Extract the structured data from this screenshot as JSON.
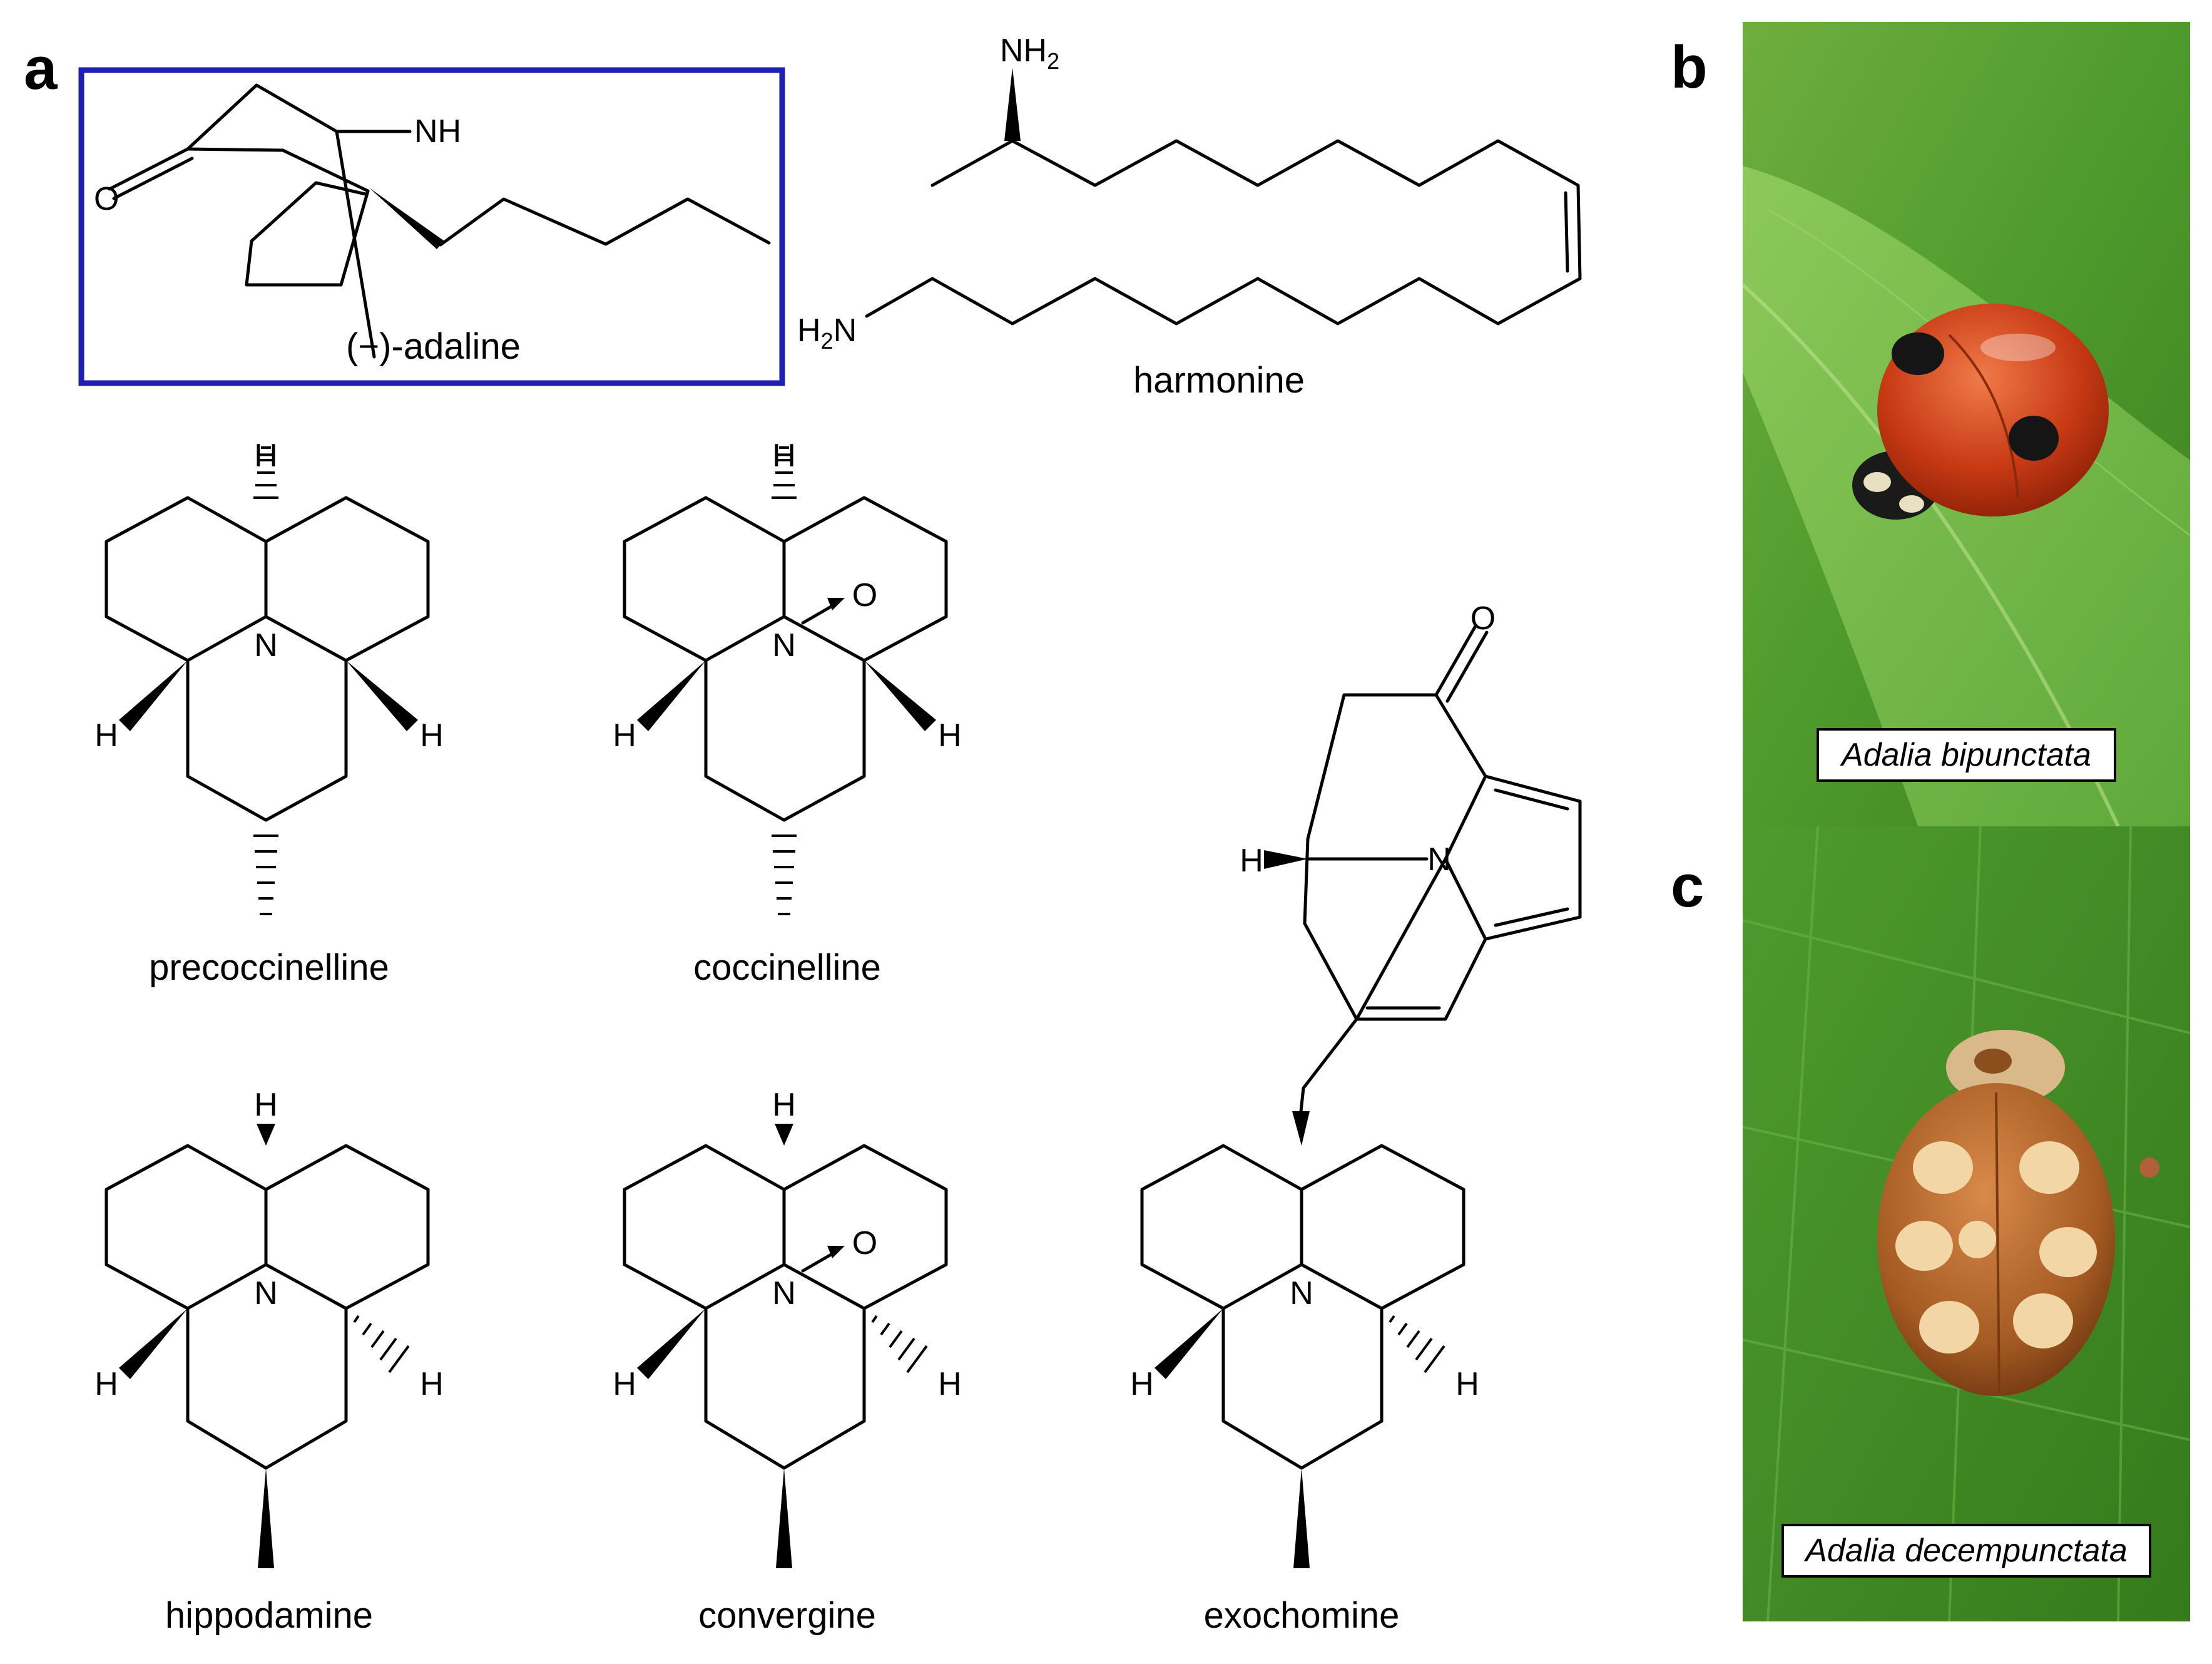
{
  "panel_labels": {
    "a": "a",
    "b": "b",
    "c": "c"
  },
  "compounds": {
    "adaline": {
      "name": "(−)-adaline",
      "nh": "NH",
      "o": "O",
      "highlight_color": "#1f1fb4"
    },
    "harmonine": {
      "name": "harmonine",
      "nh2_top": "NH",
      "nh2_top_sub": "2",
      "h2n_left": "H",
      "h2n_left_sub": "2",
      "h2n_left_n": "N"
    },
    "precoccinelline": {
      "name": "precoccinelline"
    },
    "coccinelline": {
      "name": "coccinelline"
    },
    "hippodamine": {
      "name": "hippodamine"
    },
    "convergine": {
      "name": "convergine"
    },
    "exochomine": {
      "name": "exochomine"
    }
  },
  "atoms": {
    "n": "N",
    "h": "H",
    "o": "O"
  },
  "photos": {
    "b": {
      "caption": "Adalia bipunctata",
      "subject": "two-spot ladybird on a grass leaf"
    },
    "c": {
      "caption": "Adalia decempunctata",
      "subject": "ten-spot ladybird on a green leaf"
    }
  }
}
